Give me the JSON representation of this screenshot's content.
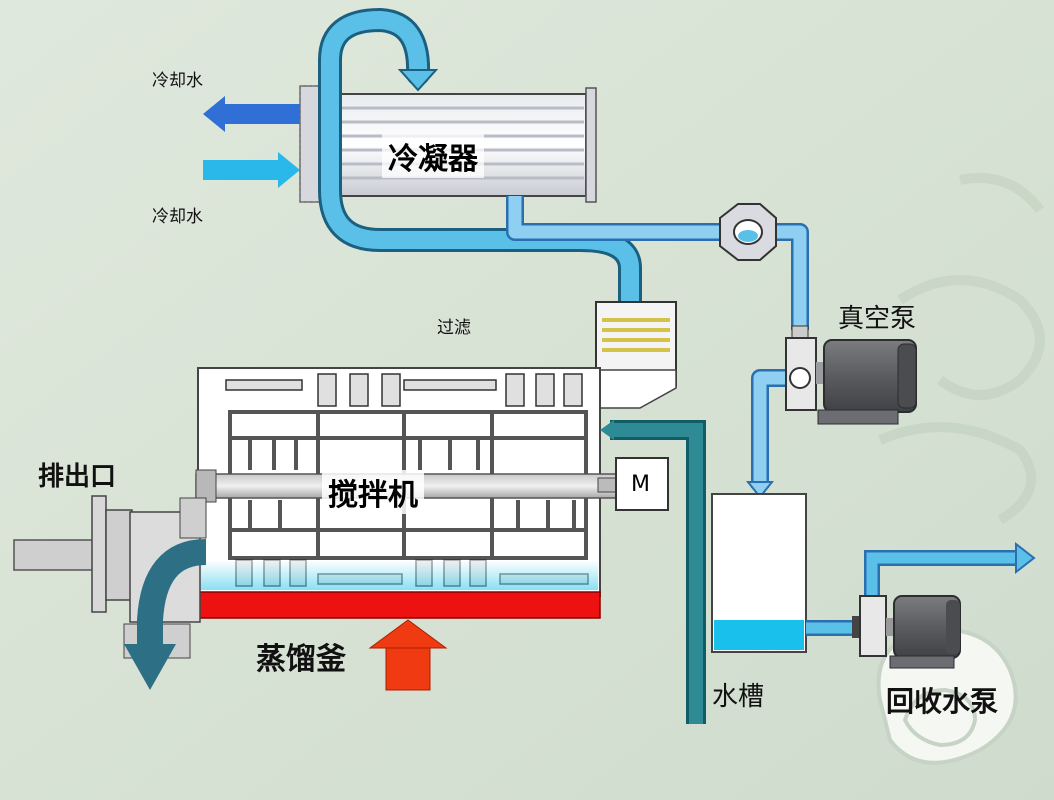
{
  "labels": {
    "cooling_water_out": "冷却水",
    "cooling_water_in": "冷却水",
    "condenser": "冷凝器",
    "filter": "过滤",
    "vacuum_pump": "真空泵",
    "outlet": "排出口",
    "mixer": "搅拌机",
    "motor": "M",
    "still": "蒸馏釜",
    "water_tank": "水槽",
    "recovery_pump": "回收水泵"
  },
  "colors": {
    "background": "#dbe5d9",
    "pipe_blue": "#5bb8e6",
    "pipe_teal": "#1f7a86",
    "arrow_dark_blue": "#2f6fd6",
    "arrow_light_blue": "#2ab8ea",
    "heater_red": "#ee1111",
    "heat_arrow": "#f03a12",
    "pump_gray": "#595b60"
  }
}
